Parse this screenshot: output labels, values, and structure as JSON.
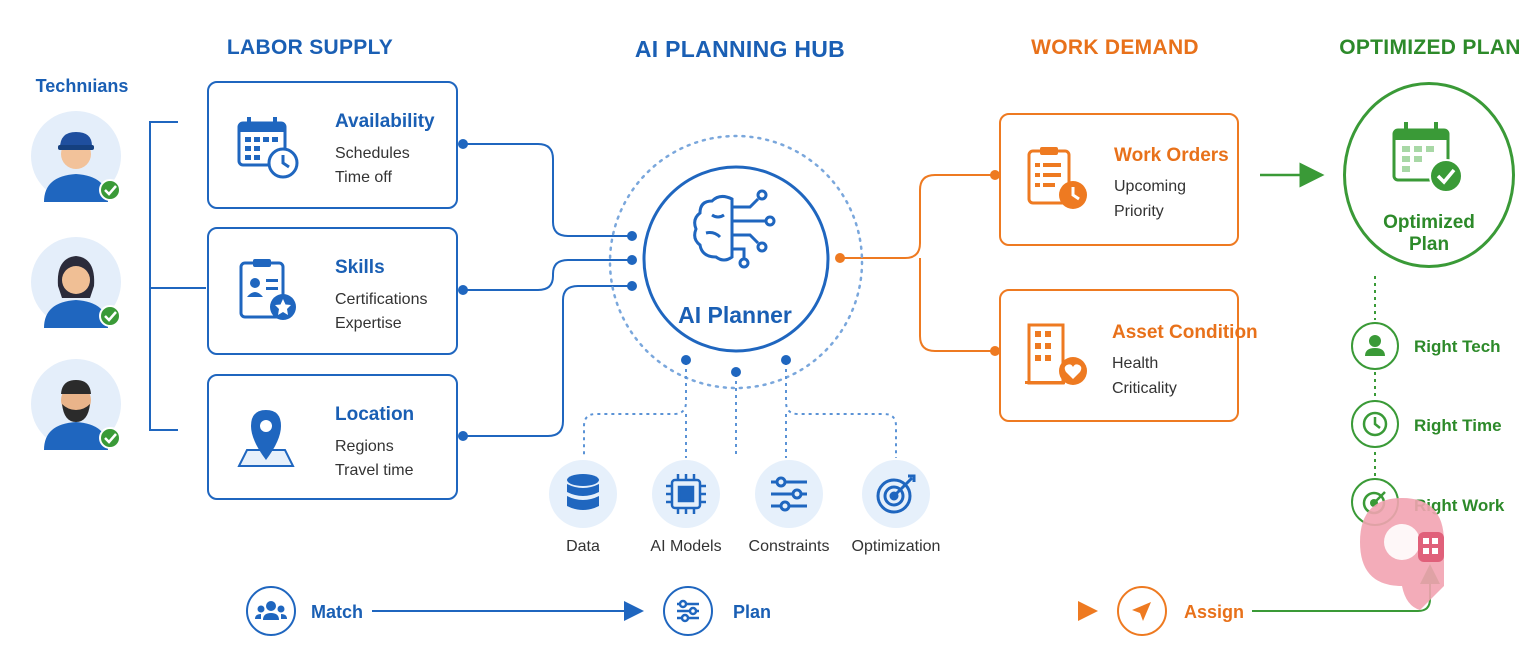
{
  "headers": {
    "labor_supply": "LABOR SUPPLY",
    "hub": "AI PLANNING HUB",
    "work_demand": "WORK DEMAND",
    "optimized_plan": "OPTIMIZED PLAN"
  },
  "technicians": {
    "label": "Technıians",
    "avatars": [
      {
        "icon": "technician-cap-icon"
      },
      {
        "icon": "technician-woman-icon"
      },
      {
        "icon": "technician-beard-icon"
      }
    ]
  },
  "supply_cards": [
    {
      "icon": "calendar-clock-icon",
      "title": "Availability",
      "lines": [
        "Schedules",
        "Time off"
      ]
    },
    {
      "icon": "badge-star-icon",
      "title": "Skills",
      "lines": [
        "Certifications",
        "Expertise"
      ]
    },
    {
      "icon": "map-pin-icon",
      "title": "Location",
      "lines": [
        "Regions",
        "Travel time"
      ]
    }
  ],
  "hub": {
    "label": "AI Planner",
    "icon": "brain-circuit-icon"
  },
  "tools": [
    {
      "icon": "database-icon",
      "label": "Data"
    },
    {
      "icon": "chip-icon",
      "label": "AI Models"
    },
    {
      "icon": "sliders-icon",
      "label": "Constraints"
    },
    {
      "icon": "target-icon",
      "label": "Optimization"
    }
  ],
  "demand_cards": [
    {
      "icon": "clipboard-clock-icon",
      "title": "Work Orders",
      "lines": [
        "Upcoming",
        "Priority"
      ]
    },
    {
      "icon": "building-heart-icon",
      "title": "Asset Condition",
      "lines": [
        "Health",
        "Criticality"
      ]
    }
  ],
  "optimized": {
    "label_line1": "Optimized",
    "label_line2": "Plan",
    "icon": "calendar-check-icon",
    "checks": [
      {
        "icon": "person-icon",
        "label": "Right Tech"
      },
      {
        "icon": "clock-icon",
        "label": "Right Time"
      },
      {
        "icon": "target-check-icon",
        "label": "Right Work"
      }
    ]
  },
  "flow": [
    {
      "icon": "team-icon",
      "label": "Match"
    },
    {
      "icon": "sliders-icon",
      "label": "Plan"
    },
    {
      "icon": "send-icon",
      "label": "Assign"
    }
  ],
  "colors": {
    "blue": "#1f66bf",
    "orange": "#ee7a21",
    "green": "#3a9a37",
    "light_blue": "#e6f0fb"
  }
}
